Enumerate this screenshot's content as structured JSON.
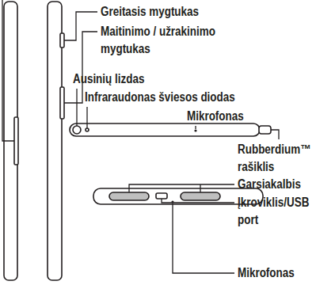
{
  "diagram": {
    "labels": [
      "Greitasis mygtukas",
      "Maitinimo / užrakinimo mygtukas",
      "Ausinių lizdas",
      "Infraraudonas šviesos diodas",
      "Mikrofonas",
      "Rubberdium™ rašiklis",
      "Garsiakalbis",
      "Įkroviklis/USB port",
      "Mikrofonas"
    ]
  }
}
